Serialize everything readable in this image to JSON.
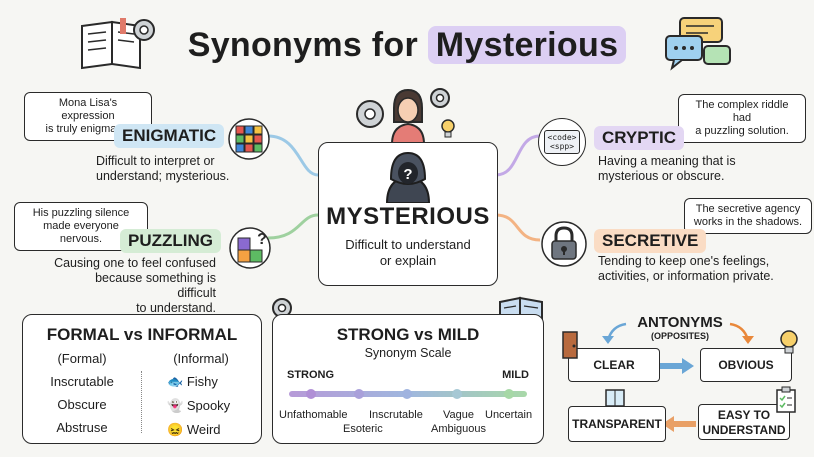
{
  "title": {
    "prefix": "Synonyms for",
    "highlight": "Mysterious"
  },
  "center": {
    "word": "MYSTERIOUS",
    "definition_line1": "Difficult to understand",
    "definition_line2": "or explain"
  },
  "enigmatic": {
    "label": "ENIGMATIC",
    "example_line1": "Mona Lisa's expression",
    "example_line2": "is truly enigmatic.",
    "def_line1": "Difficult to interpret or",
    "def_line2": "understand; mysterious."
  },
  "puzzling": {
    "label": "PUZZLING",
    "example_line1": "His puzzling silence",
    "example_line2": "made everyone nervous.",
    "def_line1": "Causing one to feel confused",
    "def_line2": "because something is difficult",
    "def_line3": "to understand."
  },
  "cryptic": {
    "label": "CRYPTIC",
    "example_line1": "The complex riddle had",
    "example_line2": "a puzzling solution.",
    "def_line1": "Having a meaning that is",
    "def_line2": "mysterious or obscure.",
    "code_line1": "<code>",
    "code_line2": "<spp>"
  },
  "secretive": {
    "label": "SECRETIVE",
    "example_line1": "The secretive agency",
    "example_line2": "works in the shadows.",
    "def_line1": "Tending to keep one's feelings,",
    "def_line2": "activities, or information private."
  },
  "formal_informal": {
    "title": "FORMAL vs INFORMAL",
    "formal_header": "(Formal)",
    "informal_header": "(Informal)",
    "formal": [
      "Inscrutable",
      "Obscure",
      "Abstruse"
    ],
    "informal": [
      "Fishy",
      "Spooky",
      "Weird"
    ]
  },
  "strong_mild": {
    "title": "STRONG vs MILD",
    "subtitle": "Synonym Scale",
    "strong_label": "STRONG",
    "mild_label": "MILD",
    "top_terms": [
      "Unfathomable",
      "Inscrutable",
      "Vague",
      "Uncertain"
    ],
    "bottom_terms": [
      "Esoteric",
      "Ambiguous"
    ]
  },
  "antonyms": {
    "title": "ANTONYMS",
    "subtitle": "(OPPOSITES)",
    "clear": "CLEAR",
    "obvious": "OBVIOUS",
    "easy_line1": "EASY TO",
    "easy_line2": "UNDERSTAND",
    "transparent": "TRANSPARENT"
  },
  "colors": {
    "enigmatic": "#cfe6f4",
    "puzzling": "#d5ecd5",
    "cryptic": "#e3d7f3",
    "secretive": "#fadcc4",
    "title_highlight": "#dccff3"
  }
}
